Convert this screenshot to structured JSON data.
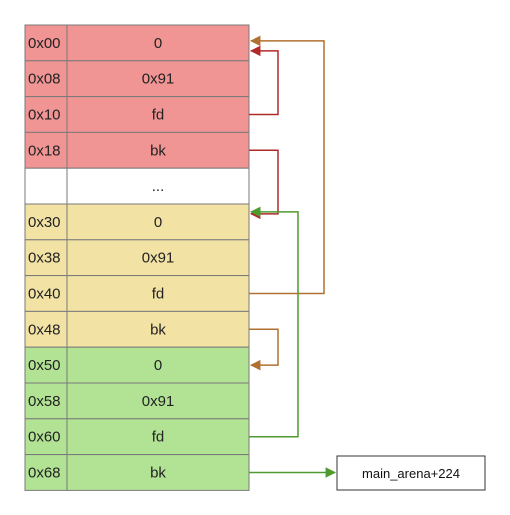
{
  "colors": {
    "chunk1": "#f19494",
    "chunk2": "#f2e2a4",
    "chunk3": "#b2e394",
    "blank": "#ffffff",
    "border": "#7a7a7a",
    "arrow_red": "#b02a2a",
    "arrow_brown": "#b07030",
    "arrow_green": "#4f9a2f"
  },
  "rows": [
    {
      "addr": "0x00",
      "value": "0",
      "chunk": "chunk1"
    },
    {
      "addr": "0x08",
      "value": "0x91",
      "chunk": "chunk1"
    },
    {
      "addr": "0x10",
      "value": "fd",
      "chunk": "chunk1"
    },
    {
      "addr": "0x18",
      "value": "bk",
      "chunk": "chunk1"
    },
    {
      "addr": "",
      "value": "...",
      "chunk": "blank"
    },
    {
      "addr": "0x30",
      "value": "0",
      "chunk": "chunk2"
    },
    {
      "addr": "0x38",
      "value": "0x91",
      "chunk": "chunk2"
    },
    {
      "addr": "0x40",
      "value": "fd",
      "chunk": "chunk2"
    },
    {
      "addr": "0x48",
      "value": "bk",
      "chunk": "chunk2"
    },
    {
      "addr": "0x50",
      "value": "0",
      "chunk": "chunk3"
    },
    {
      "addr": "0x58",
      "value": "0x91",
      "chunk": "chunk3"
    },
    {
      "addr": "0x60",
      "value": "fd",
      "chunk": "chunk3"
    },
    {
      "addr": "0x68",
      "value": "bk",
      "chunk": "chunk3"
    }
  ],
  "external": {
    "label": "main_arena+224"
  },
  "arrows": [
    {
      "name": "arrow-fd-0x10-to-0x00",
      "from": 2,
      "to": 0,
      "color": "arrow_red",
      "lane": 0
    },
    {
      "name": "arrow-bk-0x18-to-0x30",
      "from": 3,
      "to": 5,
      "color": "arrow_red",
      "lane": 0
    },
    {
      "name": "arrow-fd-0x40-to-0x00",
      "from": 7,
      "to": 0,
      "color": "arrow_brown",
      "lane": 2
    },
    {
      "name": "arrow-bk-0x48-to-0x50",
      "from": 8,
      "to": 9,
      "color": "arrow_brown",
      "lane": 0
    },
    {
      "name": "arrow-fd-0x60-to-0x30",
      "from": 11,
      "to": 5,
      "color": "arrow_green",
      "lane": 1
    },
    {
      "name": "arrow-bk-0x68-to-main-arena",
      "from": 12,
      "to": "external",
      "color": "arrow_green",
      "lane": -1
    }
  ]
}
